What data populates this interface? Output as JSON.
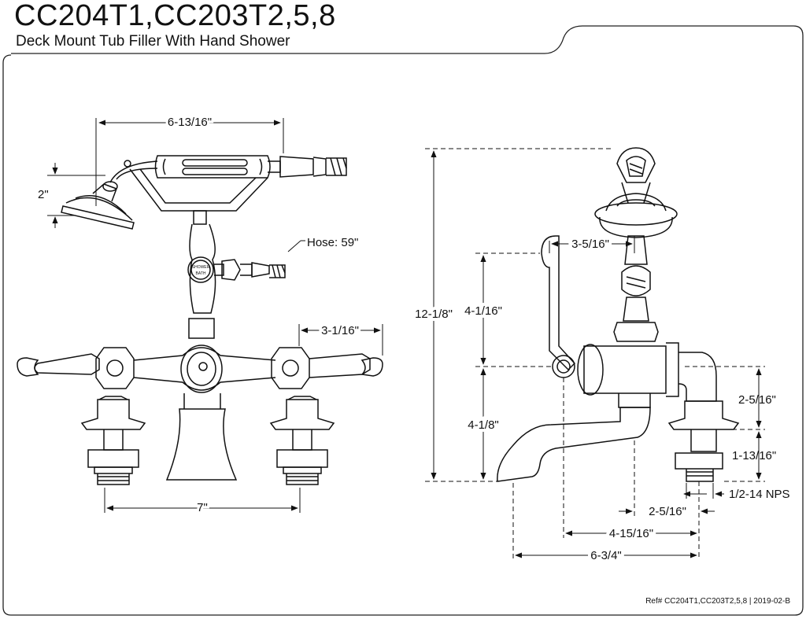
{
  "header": {
    "title": "CC204T1,CC203T2,5,8",
    "subtitle": "Deck Mount Tub Filler With Hand Shower"
  },
  "front_view": {
    "dim_width_handshower": "6-13/16\"",
    "dim_height_handshower": "2\"",
    "hose_label": "Hose: 59\"",
    "dim_handle_offset": "3-1/16\"",
    "dim_spread": "7\"",
    "diverter_label_top": "SHOWER",
    "diverter_label_bottom": "BATH"
  },
  "side_view": {
    "dim_overall_height": "12-1/8\"",
    "dim_upper_height": "4-1/16\"",
    "dim_lower_height": "4-1/8\"",
    "dim_cradle_offset": "3-5/16\"",
    "dim_elbow_height": "2-5/16\"",
    "dim_shank_height": "1-13/16\"",
    "dim_thread": "1/2-14 NPS",
    "dim_spout_offset": "2-5/16\"",
    "dim_center_offset": "4-15/16\"",
    "dim_overall_depth": "6-3/4\""
  },
  "footer": {
    "reference": "Ref# CC204T1,CC203T2,5,8 | 2019-02-B"
  }
}
